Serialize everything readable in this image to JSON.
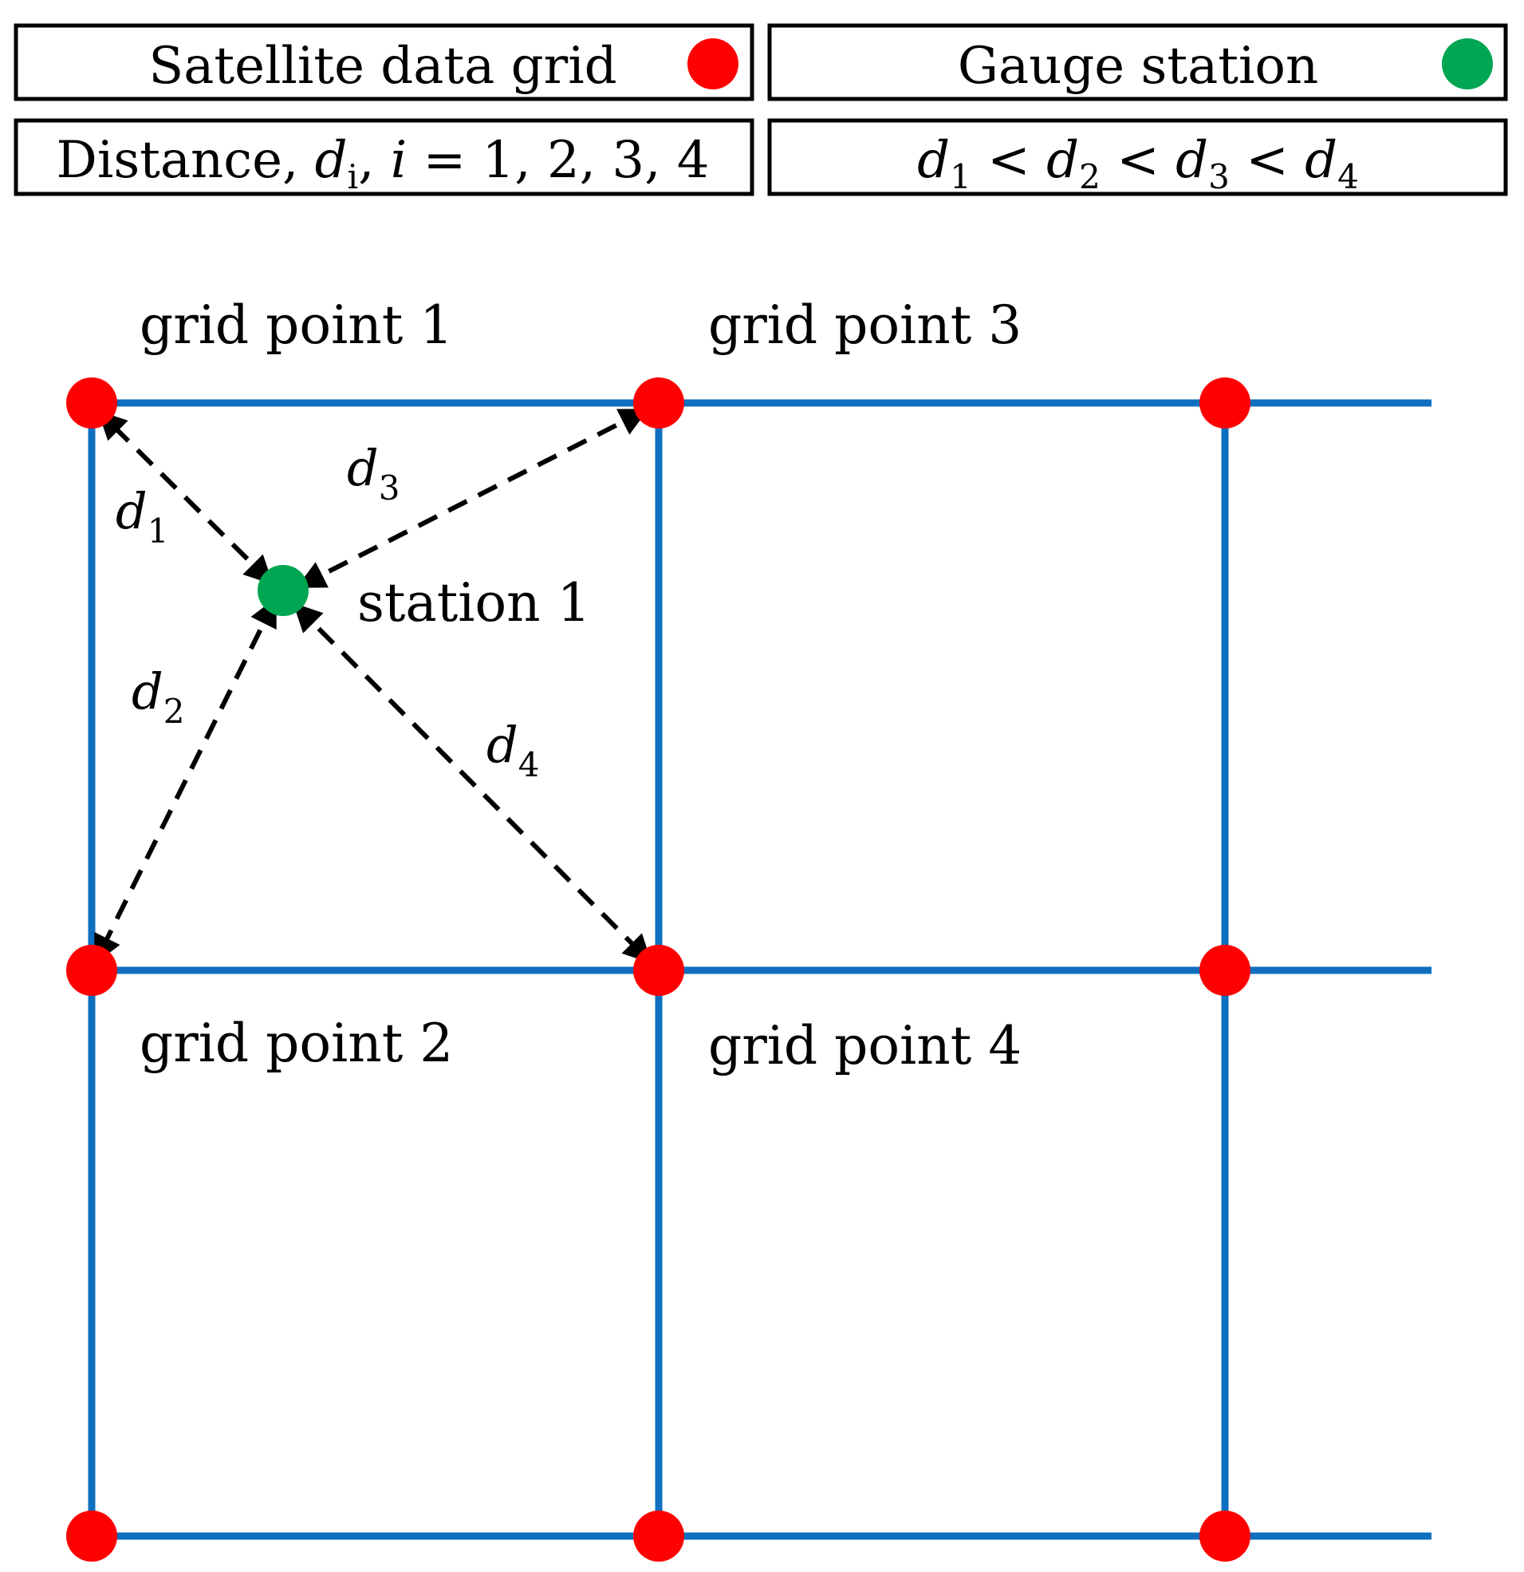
{
  "legend": {
    "satellite_label": "Satellite data grid",
    "gauge_label": "Gauge station",
    "distance_label": {
      "prefix": "Distance, ",
      "var": "d",
      "sub": "i",
      "sep": ", ",
      "index_var": "i",
      "rest": " = 1, 2, 3, 4"
    },
    "order_label": {
      "terms": [
        {
          "var": "d",
          "sub": "1"
        },
        {
          "var": "d",
          "sub": "2"
        },
        {
          "var": "d",
          "sub": "3"
        },
        {
          "var": "d",
          "sub": "4"
        }
      ],
      "operator": "<"
    }
  },
  "labels": {
    "grid_point_1": "grid point 1",
    "grid_point_2": "grid point 2",
    "grid_point_3": "grid point 3",
    "grid_point_4": "grid point 4",
    "station_1": "station 1"
  },
  "distances": [
    {
      "var": "d",
      "sub": "1"
    },
    {
      "var": "d",
      "sub": "2"
    },
    {
      "var": "d",
      "sub": "3"
    },
    {
      "var": "d",
      "sub": "4"
    }
  ],
  "colors": {
    "satellite_grid_point": "#ff0000",
    "gauge_station": "#00a651",
    "grid_lines": "#0f6fbf",
    "distance_arrows": "#000000",
    "legend_border": "#000000"
  }
}
